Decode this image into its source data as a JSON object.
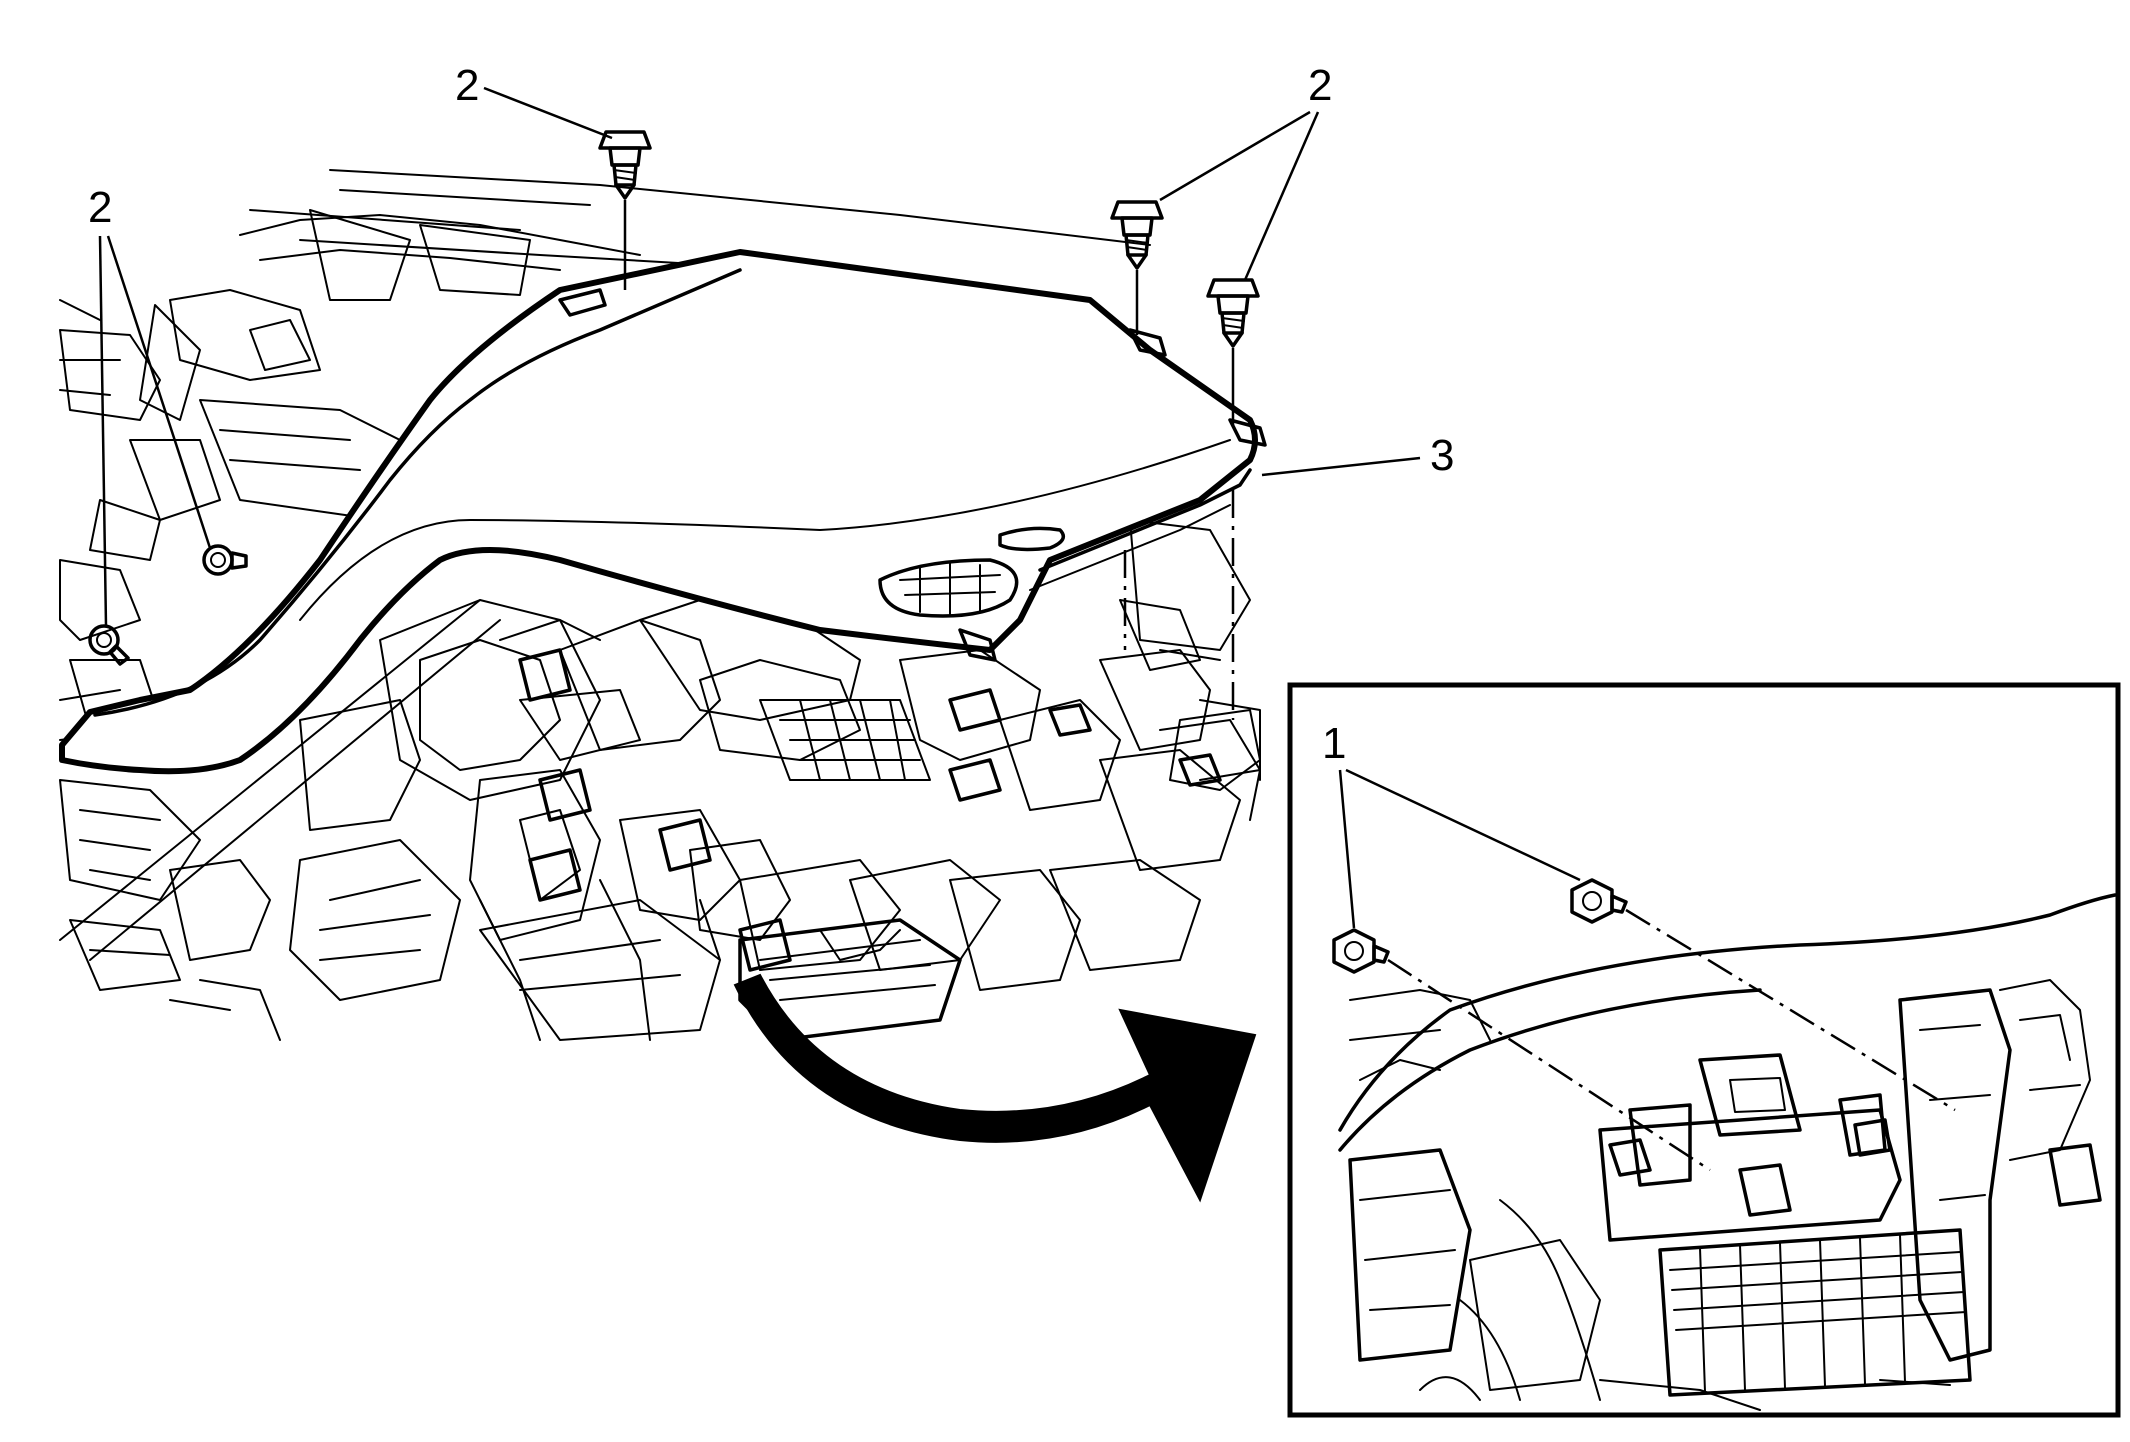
{
  "callouts": {
    "fastener_label": "2",
    "panel_label": "3",
    "inset_fastener_label": "1"
  },
  "colors": {
    "ink": "#000000",
    "background": "#ffffff"
  },
  "icons": {
    "fastener": "bolt-icon",
    "arrow": "curved-arrow-icon"
  }
}
